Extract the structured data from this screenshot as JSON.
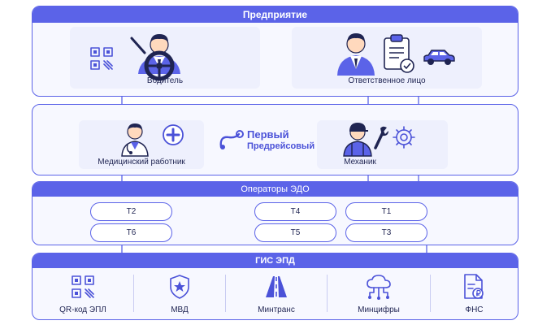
{
  "enterprise": {
    "title": "Предприятие",
    "driver_label": "Водитель",
    "responsible_label": "Ответственное лицо"
  },
  "checks": {
    "medic_label": "Медицинский работник",
    "mechanic_label": "Механик",
    "logo_line1": "Первый",
    "logo_line2": "Предрейсовый"
  },
  "operators": {
    "title": "Операторы ЭДО",
    "pills": [
      "Т2",
      "Т6",
      "Т4",
      "Т5",
      "Т1",
      "Т3"
    ]
  },
  "gis": {
    "title": "ГИС ЭПД",
    "items": [
      {
        "label": "QR-код ЭПЛ",
        "icon": "qr-icon"
      },
      {
        "label": "МВД",
        "icon": "police-badge-icon"
      },
      {
        "label": "Минтранс",
        "icon": "road-icon"
      },
      {
        "label": "Минцифры",
        "icon": "cloud-network-icon"
      },
      {
        "label": "ФНС",
        "icon": "tax-document-icon"
      }
    ]
  },
  "colors": {
    "accent": "#5b63e8",
    "card": "#eef0fd",
    "text": "#1f2452"
  }
}
